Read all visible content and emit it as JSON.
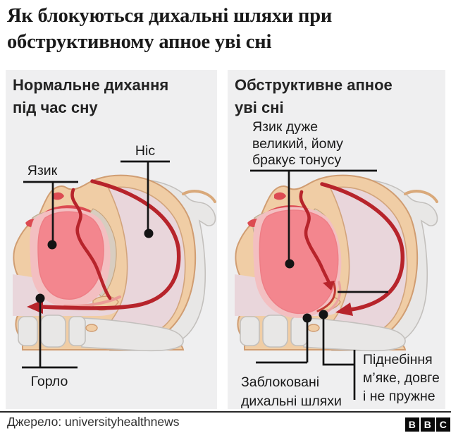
{
  "title": {
    "lines": [
      "Як блокуються дихальні шляхи при",
      "обструктивному апное уві сні"
    ]
  },
  "panels": {
    "left": {
      "heading_lines": [
        "Нормальне дихання",
        "під час сну"
      ],
      "labels": {
        "nose": "Ніс",
        "tongue": "Язик",
        "throat": "Горло"
      }
    },
    "right": {
      "heading_lines": [
        "Обструктивне апное",
        "уві сні"
      ],
      "labels": {
        "tongue_lines": [
          "Язик дуже",
          "великий, йому",
          "бракує тонусу"
        ],
        "blocked_lines": [
          "Заблоковані",
          "дихальні шляхи"
        ],
        "palate_lines": [
          "Піднебіння",
          "м’яке, довге",
          "і не пружне"
        ]
      }
    }
  },
  "footer": {
    "source": "Джерело: universityhealthnews",
    "logo_letters": [
      "B",
      "B",
      "C"
    ]
  },
  "colors": {
    "accent_red": "#b7242b",
    "panel_bg": "#efeff0",
    "skin": "#f0cda5",
    "skin_outline": "#d09d72",
    "tongue": "#f3868e",
    "mucosa": "#e9d6db",
    "bone_gray": "#e8e7e6",
    "gum_red": "#dc4b52",
    "teeth_blue": "#d9e8f3",
    "callout": "#141414",
    "text": "#1a1a1a",
    "logo_bg": "#0a0a0a"
  }
}
